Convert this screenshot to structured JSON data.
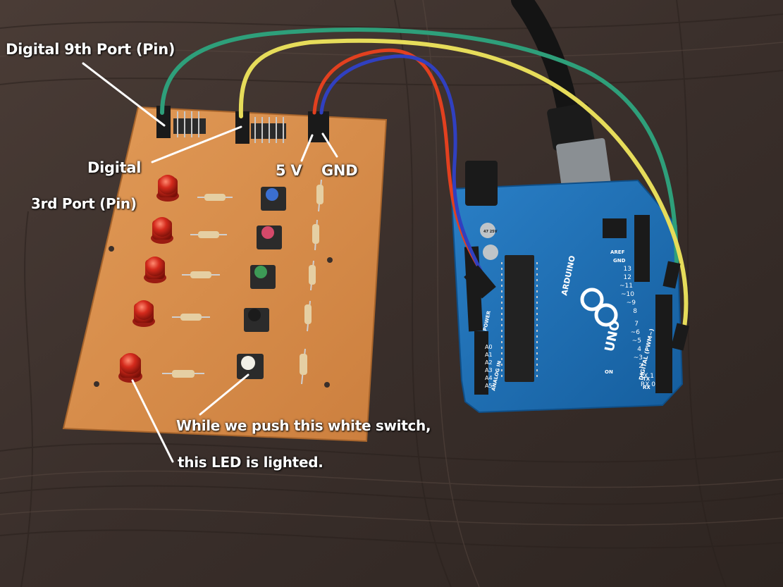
{
  "annotations": {
    "pin9": "Digital 9th Port (Pin)",
    "pin3_line1": "Digital",
    "pin3_line2": "3rd Port (Pin)",
    "v5": "5 V",
    "gnd": "GND",
    "switch_note_line1": "While we push this white switch,",
    "switch_note_line2": "this LED is lighted."
  },
  "board_marks": {
    "arduino": "ARDUINO",
    "uno": "UNO",
    "digital": "DIGITAL (PWM~)",
    "power": "POWER",
    "analog": "ANALOG IN",
    "aref": "AREF",
    "gnd": "GND",
    "tx": "TX",
    "rx": "RX",
    "on": "ON",
    "cap": "47 25V",
    "pins_top": [
      "13",
      "12",
      "~11",
      "~10",
      "~9",
      "8"
    ],
    "pins_bottom": [
      "7",
      "~6",
      "~5",
      "4",
      "~3",
      "2",
      "TX 1",
      "RX 0"
    ],
    "analog_pins": [
      "A0",
      "A1",
      "A2",
      "A3",
      "A4",
      "A5"
    ]
  },
  "colors": {
    "table": "#3a2f2a",
    "perfboard": "#d88f4c",
    "arduino": "#1a6fb8",
    "wire_green": "#2e9f7a",
    "wire_yellow": "#e6dc5a",
    "wire_red": "#e2401f",
    "wire_blue": "#3040c0",
    "led_red": "#d42a1c",
    "switch_colors": [
      "#3b6fd1",
      "#d4496a",
      "#3d9a56",
      "#2d2d2d",
      "#f1efe6"
    ]
  }
}
